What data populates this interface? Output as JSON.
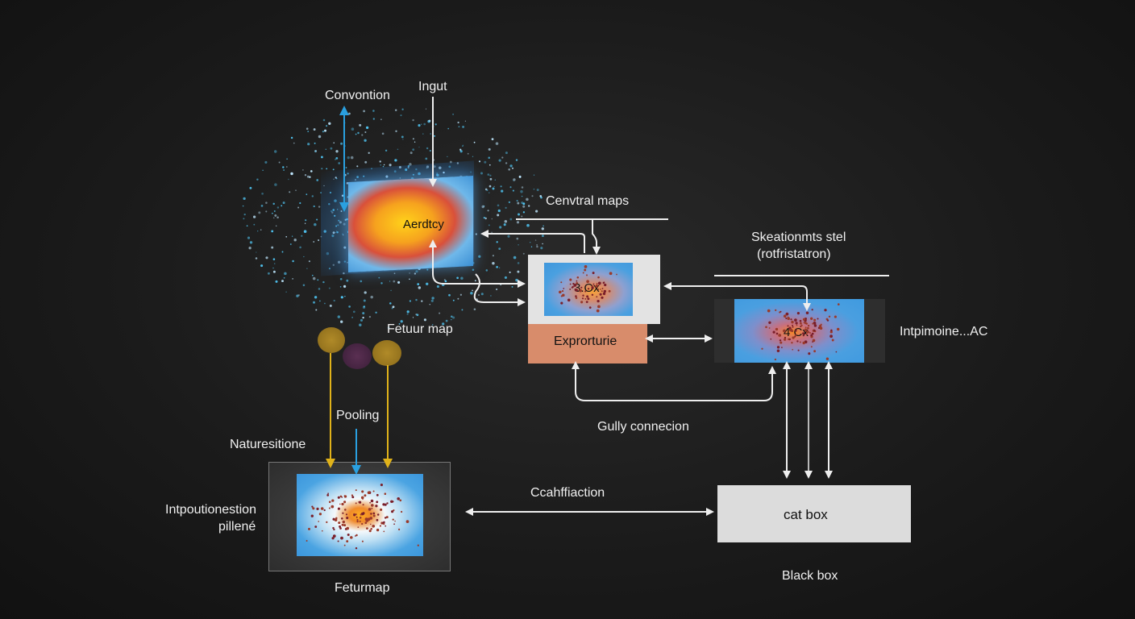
{
  "diagram": {
    "type": "cnn-architecture",
    "labels": {
      "convention": "Convontion",
      "input": "Ingut",
      "input_block": "Aerdtcy",
      "central_maps": "Cenvtral maps",
      "central_block": "3.Ox",
      "export_block": "Exprorturie",
      "skeleton_title_line1": "Skeationmts stel",
      "skeleton_title_line2": "(rotfristatron)",
      "skeleton_block": "4 Cx",
      "intp_label": "Intpimoine...AC",
      "feature_map_top": "Fetuur map",
      "pooling": "Pooling",
      "naturesitione": "Naturesitione",
      "intpoution_line1": "Intpoutionestion",
      "intpoution_line2": "pillené",
      "feature_map_bottom": "Feturmap",
      "fully_connection": "Gully connecion",
      "classification": "Ccahffiaction",
      "cat_box": "cat box",
      "black_box": "Black box"
    },
    "colors": {
      "background": "#1b1b1b",
      "arrow_white": "#eeeeee",
      "arrow_blue": "#2aa0e0",
      "arrow_yellow": "#e0b21a",
      "export_fill": "#d88c6b",
      "cat_box_fill": "#dcdcdc",
      "map_blue": "#3f97dc"
    }
  }
}
